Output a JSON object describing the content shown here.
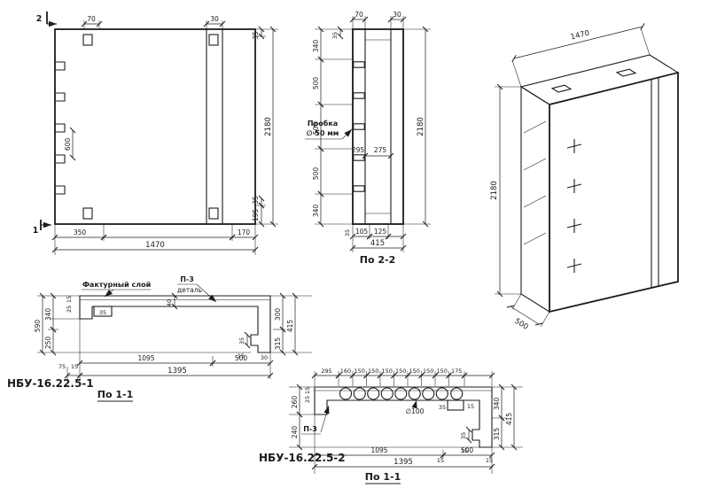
{
  "page": {
    "background": "#ffffff",
    "ink": "#1c1c1c"
  },
  "markers": {
    "section_cut_2": "2",
    "section_cut_1": "1"
  },
  "elevation": {
    "top_dim_left": "70",
    "top_dim_right": "30",
    "left_spacing_dim": "600",
    "right_dim_top": "35",
    "right_dim_total": "2180",
    "right_dim_bottom": "195",
    "right_dim_bottom_small": "35",
    "bottom_dim_left": "350",
    "bottom_dim_right": "170",
    "bottom_dim_total": "1470"
  },
  "section22": {
    "title": "По 2-2",
    "top_dim_left": "70",
    "top_dim_right": "30",
    "top_dim_side": "35",
    "left_stack": [
      "340",
      "500",
      "500",
      "500",
      "340"
    ],
    "mid_dim_left": "295",
    "mid_dim_right": "275",
    "plug_label_line1": "Пробка",
    "plug_label_line2": "∅ 50 мм",
    "right_dim_total": "2180",
    "bottom_dim_left": "105",
    "bottom_dim_right": "125",
    "bottom_dim_side": "35",
    "bottom_dim_total": "415"
  },
  "isometric": {
    "width_dim": "1470",
    "height_dim": "2180",
    "depth_dim": "500"
  },
  "section11a": {
    "part_label": "НБУ-16.22.5-1",
    "title": "По 1-1",
    "texture_label": "Фактурный слой",
    "detail_callout": "П-3",
    "detail_callout_sub": "деталь",
    "flange_dim": "40",
    "pocket_dim": "35",
    "left_small_top": "15",
    "left_small_mid": "25",
    "left_stack_top": "340",
    "left_stack_bottom": "250",
    "left_total": "590",
    "right_stack_top": "300",
    "right_stack_bottom": "315",
    "right_total": "415",
    "notch_dim_a": "35",
    "notch_dim_b": "15",
    "notch_dim_c": "30",
    "bottom_small_left": "75",
    "bottom_small_right": "15",
    "bottom_dim_left": "1095",
    "bottom_dim_right": "500",
    "bottom_total": "1395"
  },
  "section11b": {
    "part_label": "НБУ-16.22.5-2",
    "title": "По 1-1",
    "detail_callout": "П-3",
    "hole_dim": "∅100",
    "top_dims": [
      "295",
      "160",
      "150",
      "150",
      "150",
      "150",
      "150",
      "150",
      "150",
      "175"
    ],
    "left_small_top": "15",
    "left_small_mid": "25",
    "left_stack_top": "260",
    "left_stack_bottom": "240",
    "right_stack_top": "340",
    "right_stack_bottom": "315",
    "right_total": "415",
    "pocket_dim_a": "35",
    "pocket_dim_b": "15",
    "notch_dim_a": "35",
    "notch_dim_b": "15",
    "bottom_small_a": "15",
    "bottom_small_b": "15",
    "bottom_dim_left": "1095",
    "bottom_dim_right": "500",
    "bottom_total": "1395"
  }
}
